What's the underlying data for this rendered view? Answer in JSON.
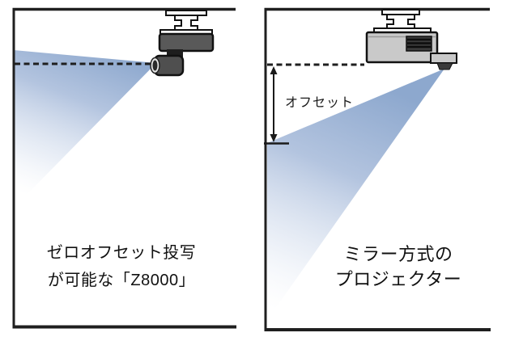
{
  "figure": {
    "left_panel": {
      "caption": {
        "line1": "ゼロオフセット投写",
        "line2": "が可能な「Z8000」"
      }
    },
    "right_panel": {
      "offset_label": "オフセット",
      "caption": {
        "line1": "ミラー方式の",
        "line2": "プロジェクター"
      }
    },
    "colors": {
      "beam_blue": "#8da8ce",
      "beam_mid": "#b3c4df",
      "outline": "#1f1f1f",
      "projector_dark_body": "#595959",
      "projector_dark_lens_housing": "#4f4f4f",
      "projector_light_body": "#c9c9c9",
      "vent_dark": "#3a3a3a",
      "background": "#ffffff"
    }
  }
}
